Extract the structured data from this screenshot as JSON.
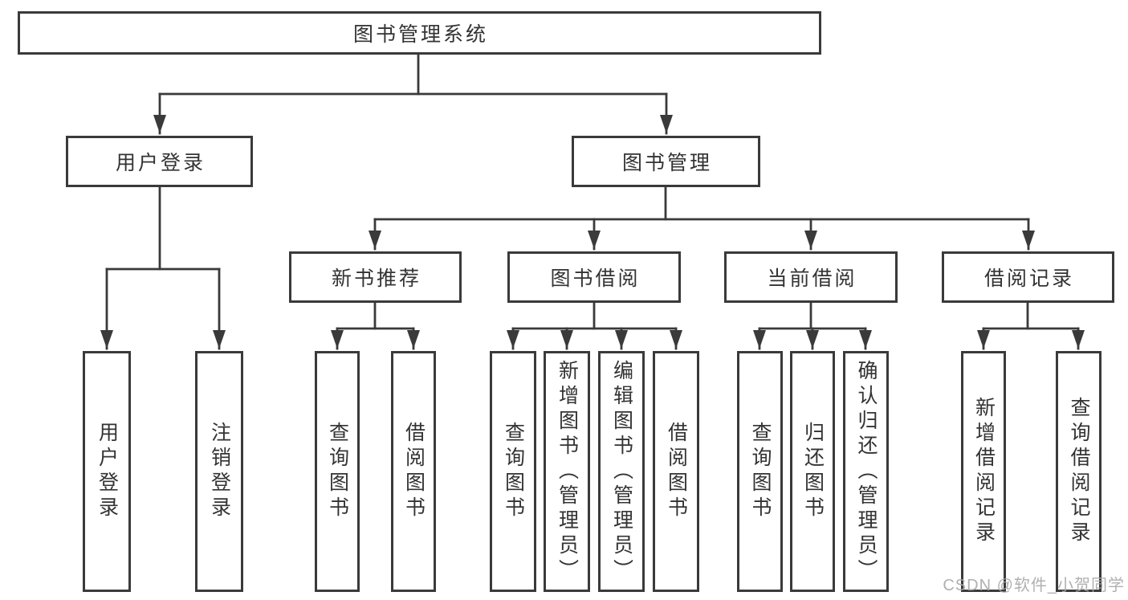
{
  "nodes": {
    "root": {
      "label": "图书管理系统"
    },
    "level1": [
      {
        "label": "用户登录"
      },
      {
        "label": "图书管理"
      }
    ],
    "level2": [
      {
        "label": "新书推荐"
      },
      {
        "label": "图书借阅"
      },
      {
        "label": "当前借阅"
      },
      {
        "label": "借阅记录"
      }
    ],
    "leaves": [
      {
        "label": "用户登录"
      },
      {
        "label": "注销登录"
      },
      {
        "label": "查询图书"
      },
      {
        "label": "借阅图书"
      },
      {
        "label": "查询图书"
      },
      {
        "label": "新增图书（管理员）"
      },
      {
        "label": "编辑图书（管理员）"
      },
      {
        "label": "借阅图书"
      },
      {
        "label": "查询图书"
      },
      {
        "label": "归还图书"
      },
      {
        "label": "确认归还（管理员）"
      },
      {
        "label": "新增借阅记录"
      },
      {
        "label": "查询借阅记录"
      }
    ]
  },
  "watermark": {
    "text": "CSDN @软件_小贺同学"
  },
  "colors": {
    "line": "#3a3a3a",
    "text": "#333333",
    "background": "#ffffff"
  }
}
